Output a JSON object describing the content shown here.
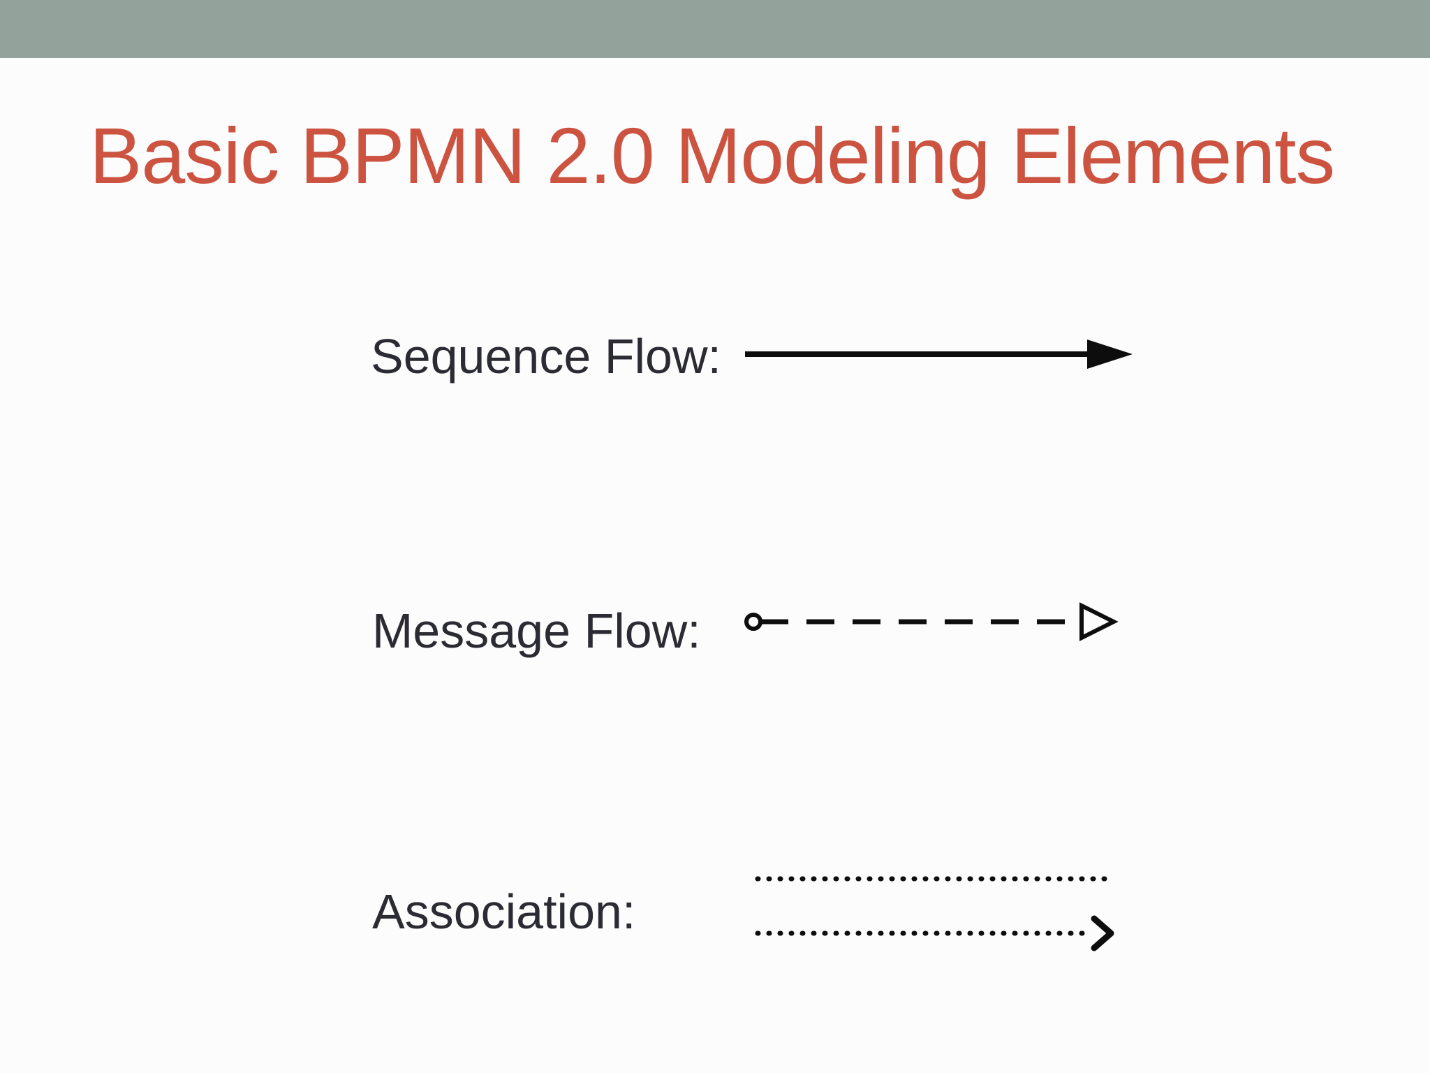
{
  "slide": {
    "title": "Basic BPMN 2.0 Modeling Elements",
    "rows": [
      {
        "label": "Sequence Flow:",
        "symbol": "solid-line-filled-arrowhead"
      },
      {
        "label": "Message Flow:",
        "symbol": "dashed-line-open-circle-tail-open-arrowhead"
      },
      {
        "label": "Association:",
        "symbol": "dotted-line-plain-and-dotted-line-open-chevron-arrowhead"
      }
    ]
  },
  "theme": {
    "header_bar_color": "#93A29B",
    "background_color": "#FCFCFC",
    "title_color": "#CB5340",
    "label_color": "#2B2B33",
    "arrow_color": "#0D0D0D"
  }
}
